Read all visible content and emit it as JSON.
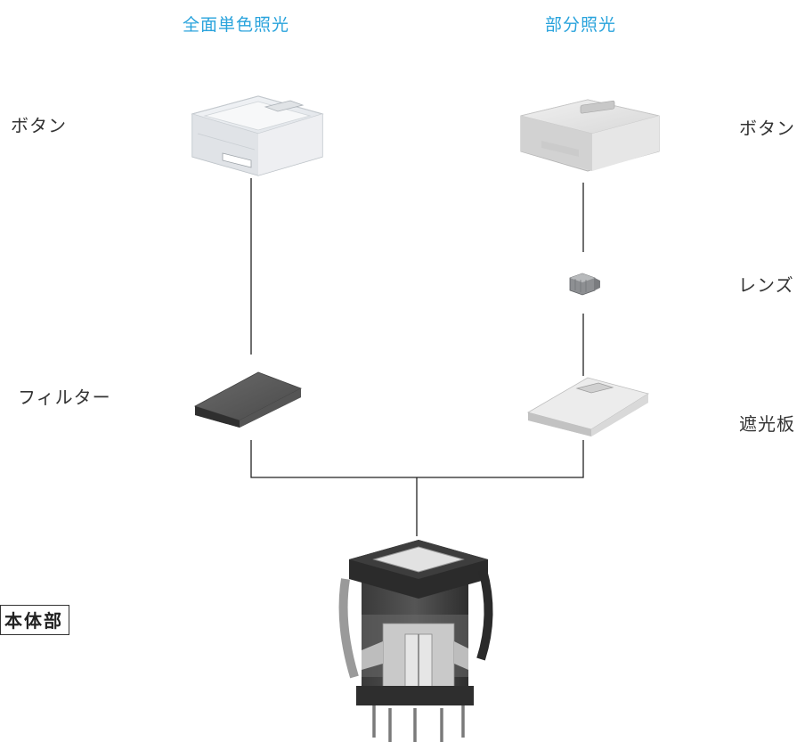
{
  "headers": {
    "left": "全面単色照光",
    "right": "部分照光"
  },
  "labels": {
    "button_left": "ボタン",
    "filter": "フィルター",
    "body": "本体部",
    "button_right": "ボタン",
    "lens": "レンズ",
    "shield": "遮光板"
  },
  "colors": {
    "header": "#29a3dc",
    "line": "#222222"
  }
}
